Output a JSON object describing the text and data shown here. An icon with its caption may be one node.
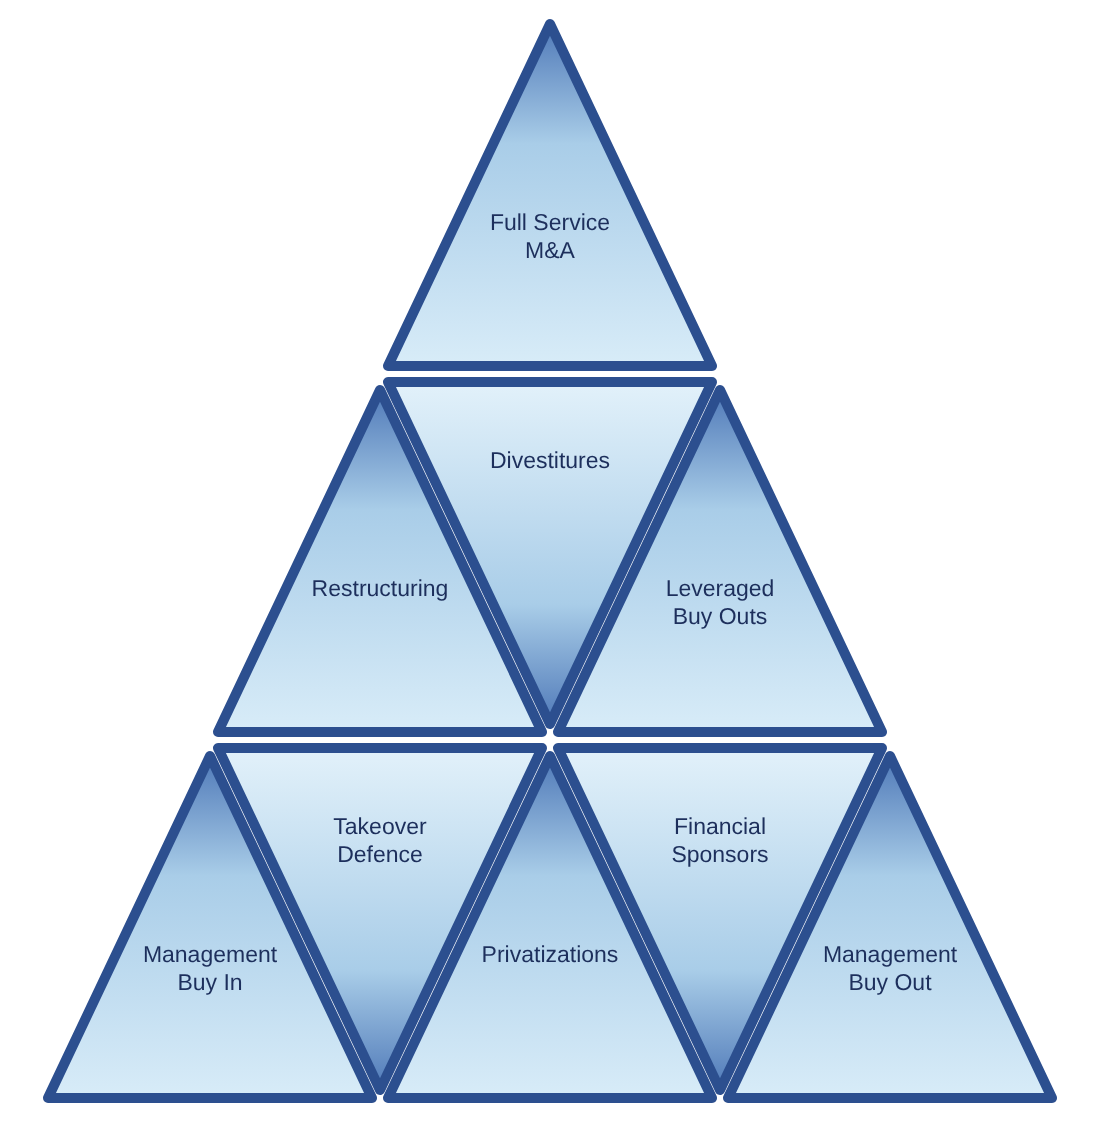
{
  "diagram": {
    "nodes": [
      {
        "text": [
          "Full Service M&A"
        ]
      },
      {
        "text": [
          "Restructuring"
        ]
      },
      {
        "text": [
          "Divestitures"
        ]
      },
      {
        "text": [
          "Leveraged Buy Outs"
        ]
      },
      {
        "text": [
          "Management Buy In"
        ]
      },
      {
        "text": [
          "Takeover Defence"
        ]
      },
      {
        "text": [
          "Privatizations"
        ]
      },
      {
        "text": [
          "Financial Sponsors"
        ]
      },
      {
        "text": [
          "Management Buy Out"
        ]
      }
    ]
  }
}
